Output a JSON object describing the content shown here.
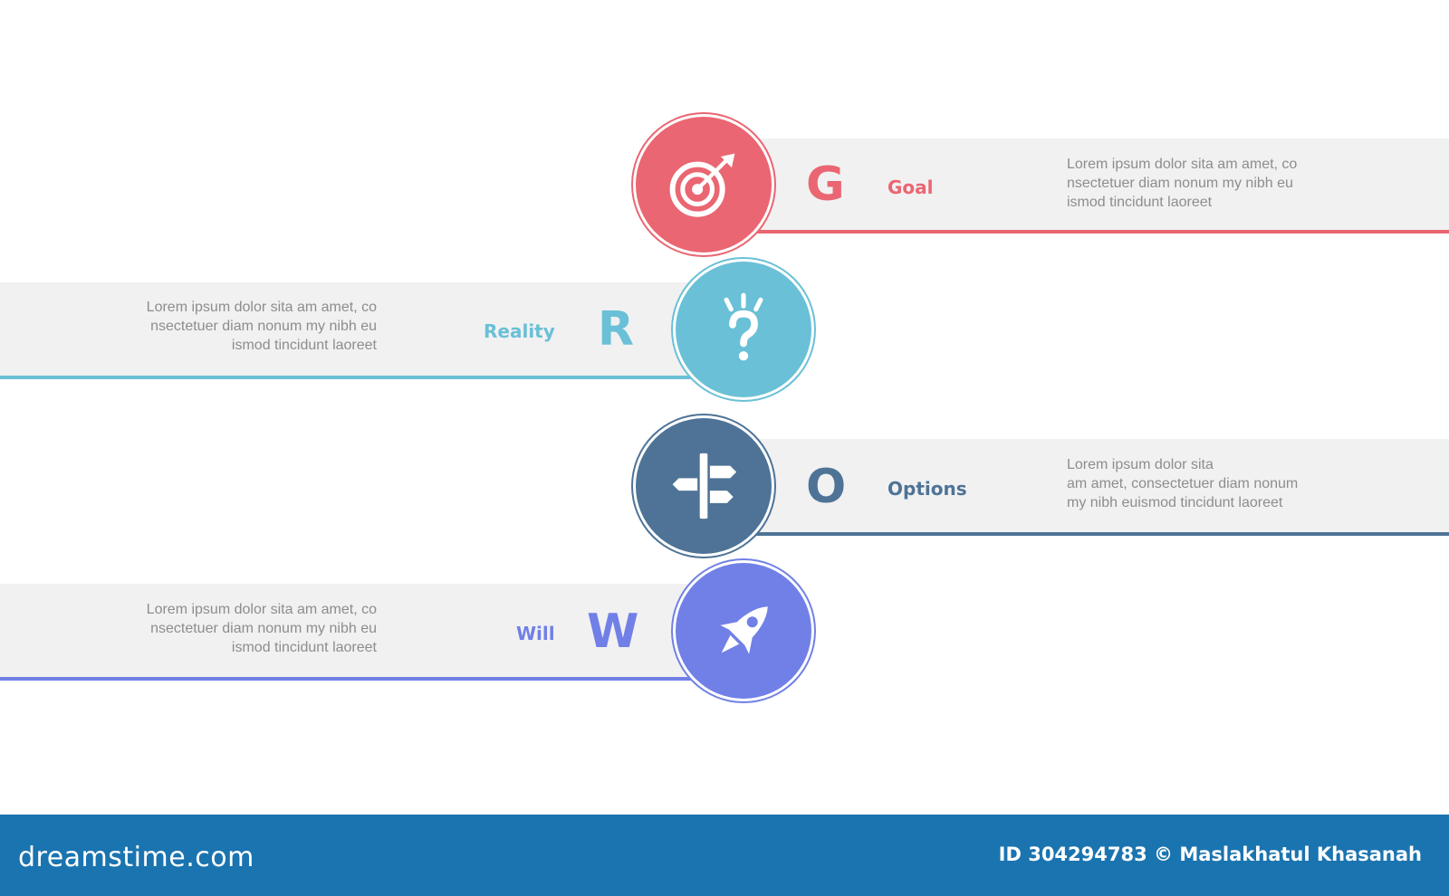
{
  "stages": [
    {
      "letter": "G",
      "label": "Goal",
      "description": "Lorem ipsum dolor sita am amet, co\nnsectetuer diam nonum my nibh eu\nismod tincidunt laoreet",
      "color": "#ea6672",
      "icon": "target-icon"
    },
    {
      "letter": "R",
      "label": "Reality",
      "description": "Lorem ipsum dolor sita am amet, co\nnsectetuer diam nonum my nibh eu\nismod tincidunt laoreet",
      "color": "#6ac0d6",
      "icon": "question-bulb-icon"
    },
    {
      "letter": "O",
      "label": "Options",
      "description": "Lorem ipsum dolor sita\nam amet, consectetuer diam nonum\nmy nibh euismod tincidunt laoreet",
      "color": "#4e7396",
      "icon": "signpost-icon"
    },
    {
      "letter": "W",
      "label": "Will",
      "description": "Lorem ipsum dolor sita am amet, co\nnsectetuer diam nonum my nibh eu\nismod tincidunt laoreet",
      "color": "#7180e6",
      "icon": "rocket-icon"
    }
  ],
  "footer": {
    "brand": "dreamstime.com",
    "credit": "ID 304294783 © Maslakhatul Khasanah",
    "background": "#1a74b0"
  }
}
